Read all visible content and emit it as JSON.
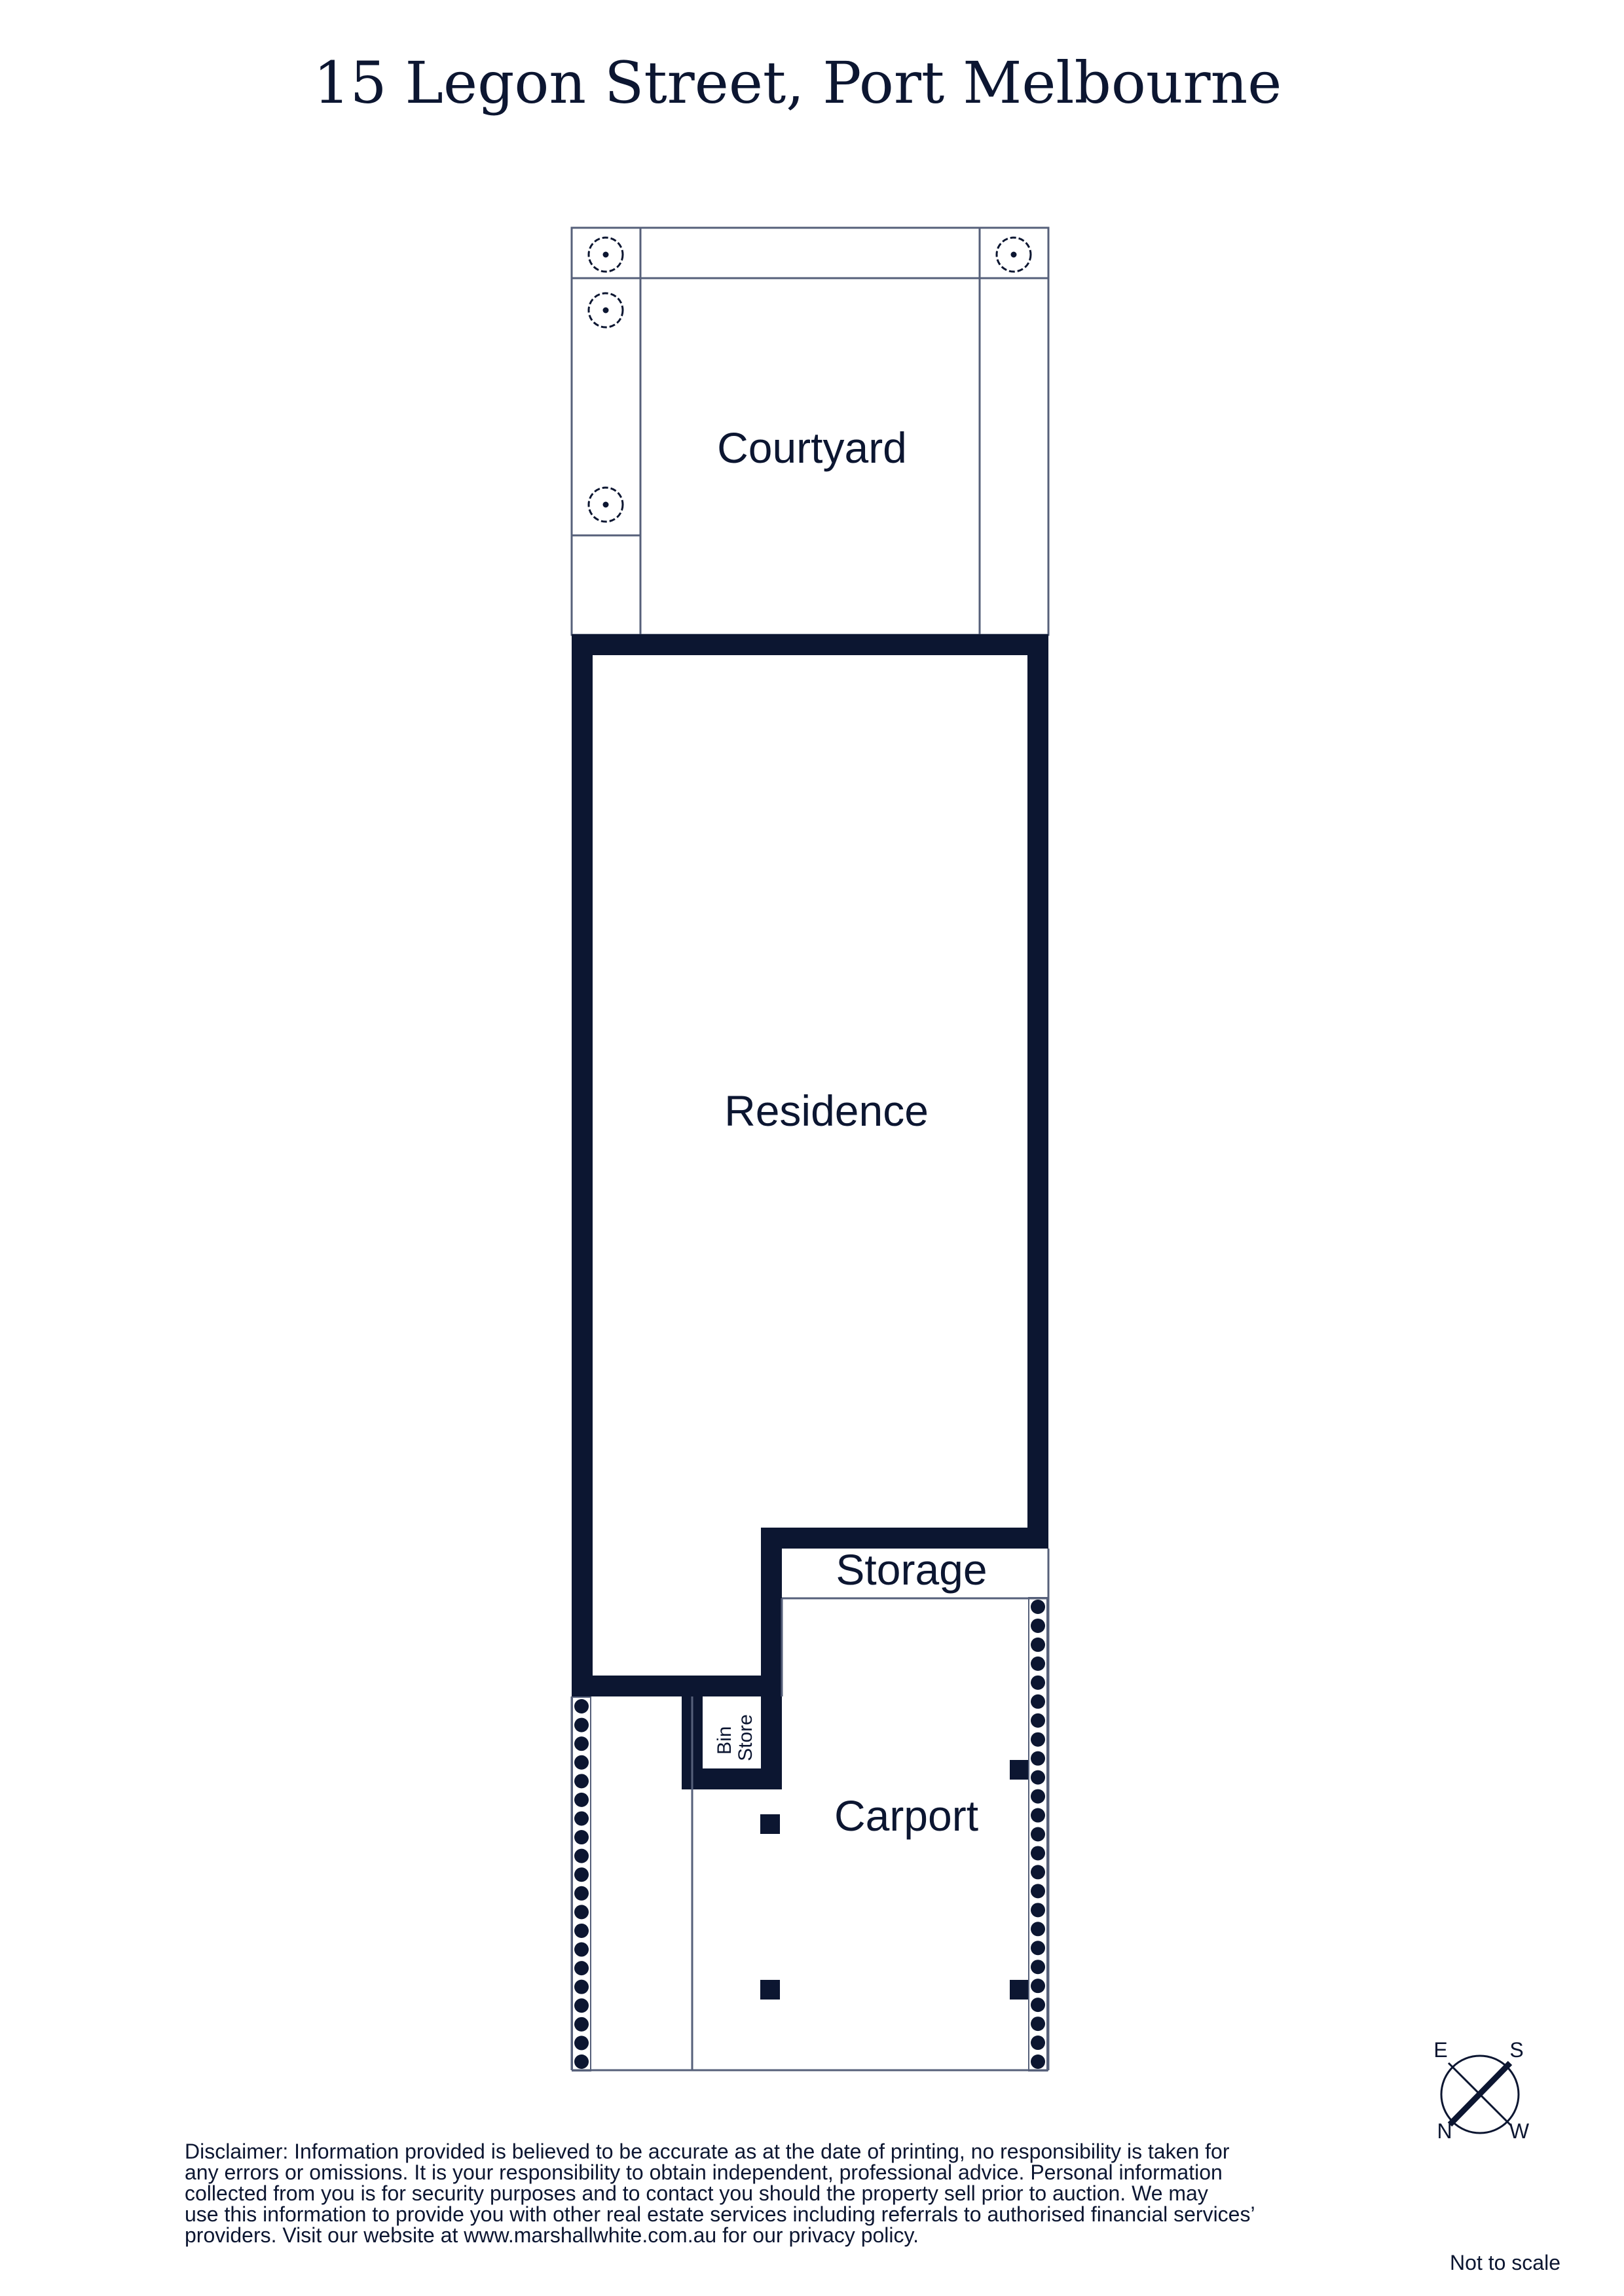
{
  "title": "15 Legon Street, Port Melbourne",
  "rooms": {
    "courtyard": "Courtyard",
    "residence": "Residence",
    "storage": "Storage",
    "bin_store_line1": "Bin",
    "bin_store_line2": "Store",
    "carport": "Carport"
  },
  "compass": {
    "e": "E",
    "s": "S",
    "n": "N",
    "w": "W"
  },
  "disclaimer": [
    "Disclaimer: Information provided is believed to be accurate as at the date of printing, no responsibility is taken for",
    "any errors or omissions. It is your responsibility to obtain independent, professional advice. Personal information",
    "collected from you is for security purposes and to contact you should the property sell prior to auction. We may",
    "use this information to provide you with other real estate services including referrals to authorised financial services’",
    "providers. Visit our website at www.marshallwhite.com.au for our privacy policy."
  ],
  "scale_note": "Not to scale",
  "colors": {
    "ink": "#0c1631",
    "line": "#56607a",
    "background": "#ffffff"
  }
}
